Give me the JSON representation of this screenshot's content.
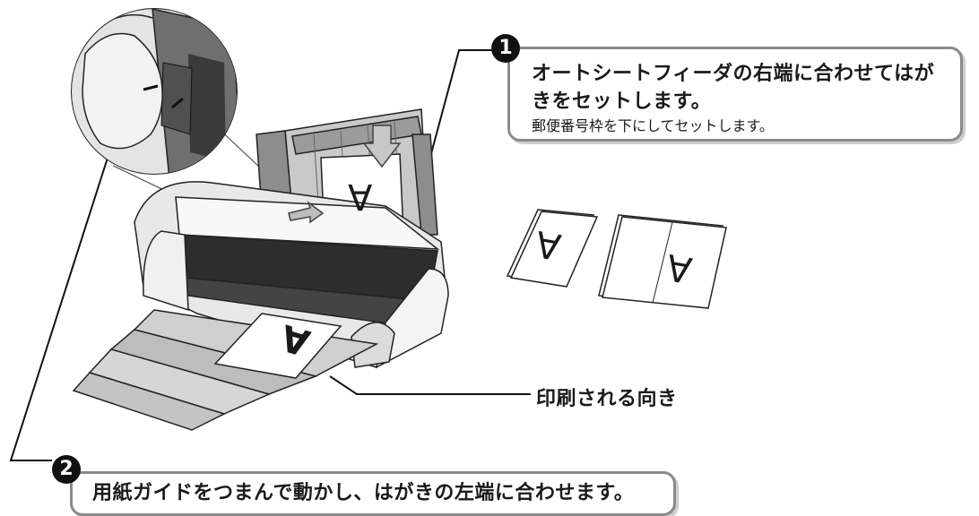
{
  "step1": {
    "number": "1",
    "line1": "オートシートフィーダの右端に合わせてはが",
    "line2": "きをセットします。",
    "note": "郵便番号枠を下にしてセットします。"
  },
  "step2": {
    "number": "2",
    "text": "用紙ガイドをつまんで動かし、はがきの左端に合わせます。"
  },
  "print_direction_label": "印刷される向き",
  "card_letter": "A",
  "icons": [
    "printer-illustration",
    "paper-guide-closeup",
    "postcard-icon",
    "arrow-icon"
  ],
  "colors": {
    "callout_border": "#8a8a8a",
    "badge": "#111111",
    "line": "#111111"
  }
}
